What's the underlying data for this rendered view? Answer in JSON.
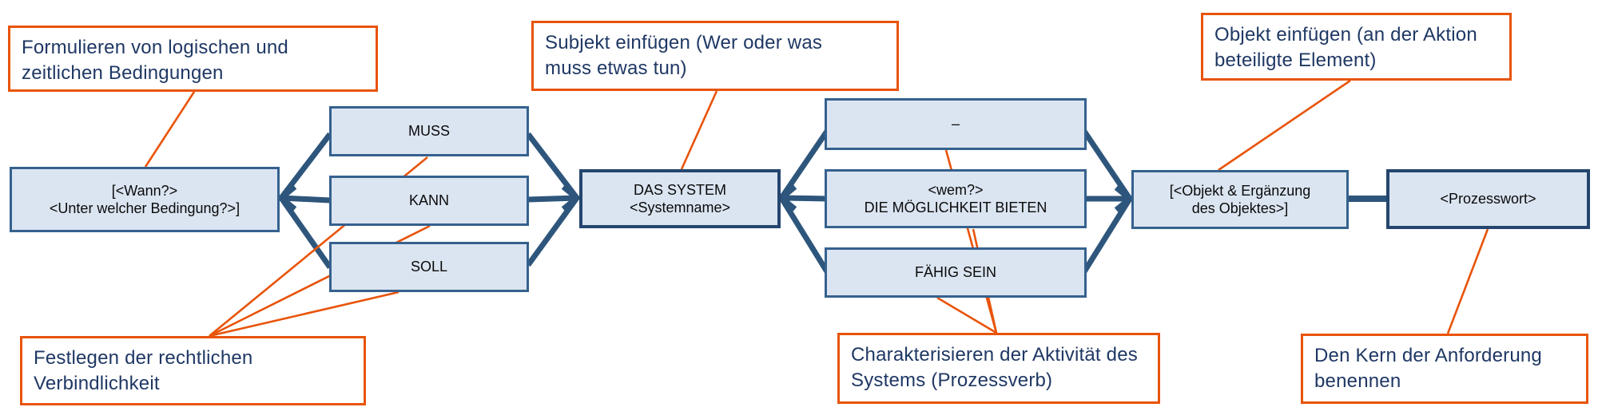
{
  "diagram": {
    "boxes": {
      "condition": {
        "line1": "[<Wann?>",
        "line2": "<Unter welcher Bedingung?>]"
      },
      "muss": {
        "line1": "MUSS"
      },
      "kann": {
        "line1": "KANN"
      },
      "soll": {
        "line1": "SOLL"
      },
      "system": {
        "line1": "DAS SYSTEM",
        "line2": "<Systemname>"
      },
      "dash": {
        "line1": "–"
      },
      "moeglichkeit": {
        "line1": "<wem?>",
        "line2": "DIE MÖGLICHKEIT BIETEN"
      },
      "faehig": {
        "line1": "FÄHIG SEIN"
      },
      "objekt": {
        "line1": "[<Objekt & Ergänzung",
        "line2": "des Objektes>]"
      },
      "prozesswort": {
        "line1": "<Prozesswort>"
      }
    },
    "annotations": {
      "bedingungen": {
        "line1": "Formulieren von logischen und",
        "line2": "zeitlichen Bedingungen"
      },
      "subjekt": {
        "line1": "Subjekt einfügen (Wer oder was",
        "line2": "muss etwas tun)"
      },
      "objekt": {
        "line1": "Objekt einfügen (an der Aktion",
        "line2": "beteiligte Element)"
      },
      "verbindlichkeit": {
        "line1": "Festlegen der rechtlichen",
        "line2": "Verbindlichkeit"
      },
      "aktivitaet": {
        "line1": "Charakterisieren der Aktivität des",
        "line2": "Systems (Prozessverb)"
      },
      "kern": {
        "line1": "Den Kern der Anforderung",
        "line2": "benennen"
      }
    },
    "colors": {
      "accent_orange": "#E8540A",
      "box_fill": "#DBE5F1",
      "box_border": "#35618E",
      "connector_blue": "#2E567C",
      "annotation_text": "#1F3864",
      "box_text": "#0A0A0A"
    }
  }
}
